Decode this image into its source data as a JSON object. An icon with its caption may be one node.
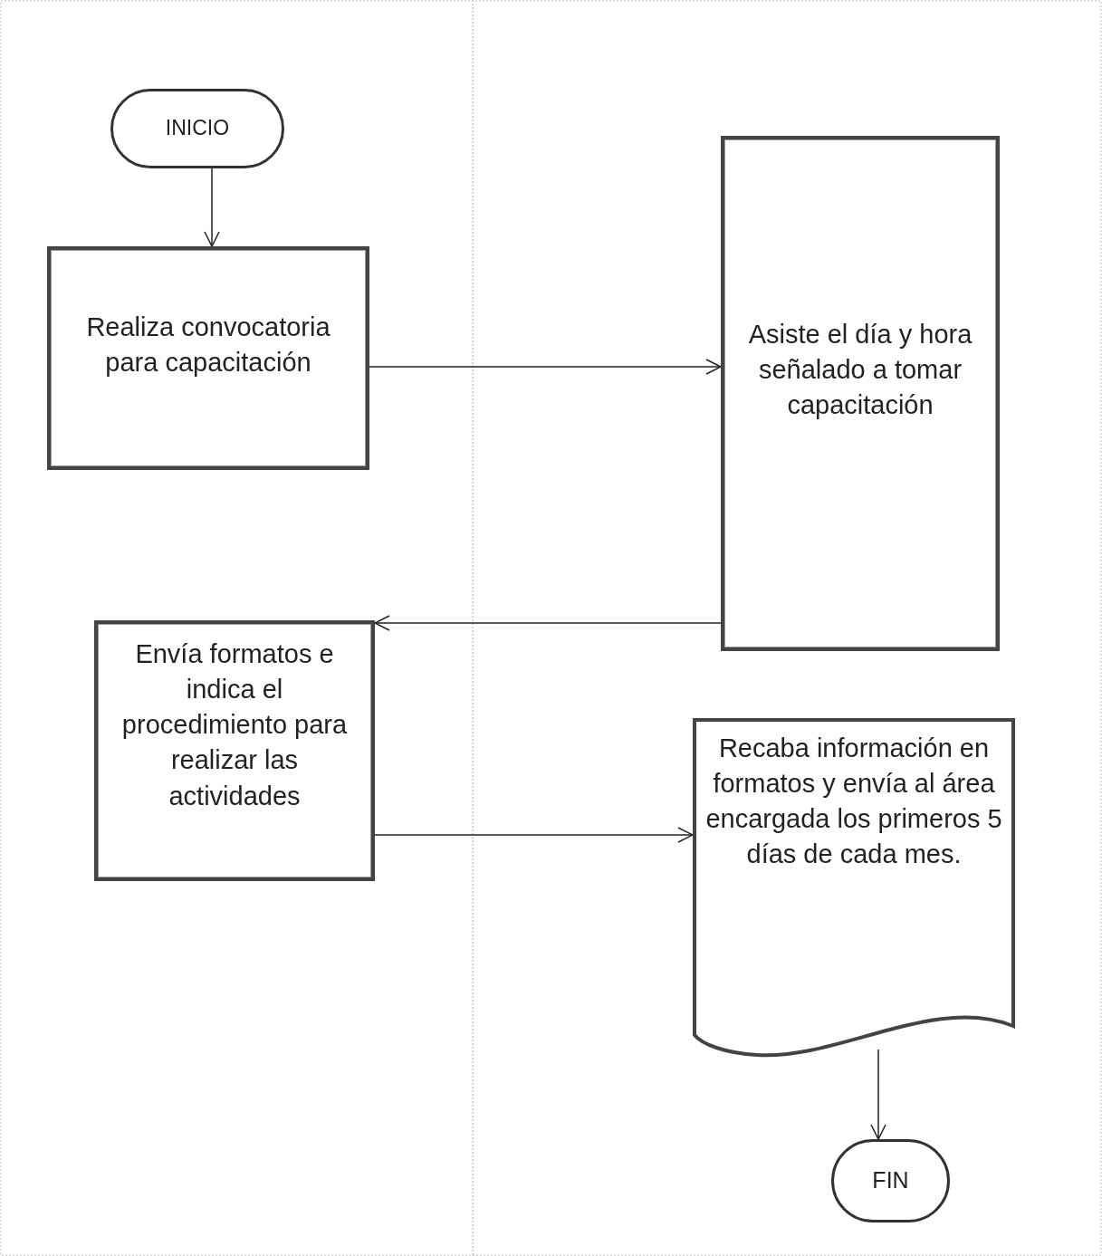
{
  "diagram": {
    "nodes": [
      {
        "text": [
          "INICIO"
        ]
      },
      {
        "text": [
          "Realiza convocatoria para capacitación"
        ]
      },
      {
        "text": [
          "Asiste el día y hora señalado a tomar capacitación"
        ]
      },
      {
        "text": [
          "Envía formatos e indica el procedimiento para realizar las actividades"
        ]
      },
      {
        "text": [
          "Recaba información en formatos y envía al área encargada los primeros 5 días de cada mes."
        ]
      },
      {
        "text": [
          "FIN"
        ]
      }
    ],
    "edges": [
      {
        "from": 0,
        "to": 1,
        "arrow": "to"
      },
      {
        "from": 1,
        "to": 2,
        "arrow": "to"
      },
      {
        "from": 2,
        "to": 3,
        "arrow": "to"
      },
      {
        "from": 3,
        "to": 4,
        "arrow": "to"
      },
      {
        "from": 4,
        "to": 5,
        "arrow": "to"
      }
    ]
  }
}
